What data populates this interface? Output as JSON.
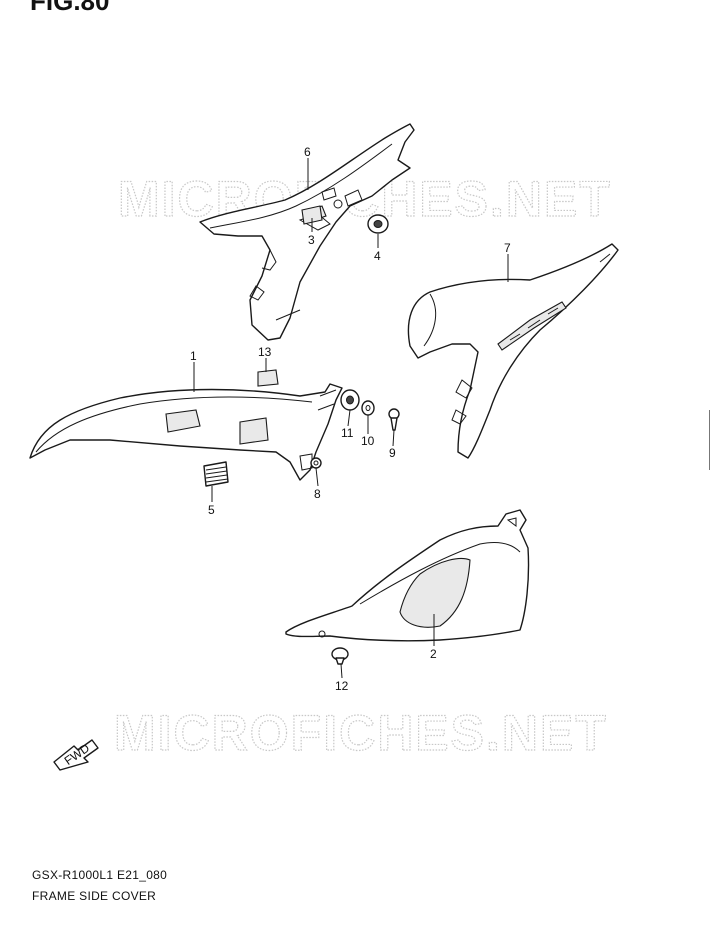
{
  "figure_title": "FIG.80",
  "watermark": "MICROFICHES.NET",
  "fwd_label": "FWD",
  "callouts": {
    "c1": "1",
    "c2": "2",
    "c3": "3",
    "c4": "4",
    "c5": "5",
    "c6": "6",
    "c7": "7",
    "c8": "8",
    "c9": "9",
    "c10": "10",
    "c11": "11",
    "c12": "12",
    "c13": "13"
  },
  "model_code": "GSX-R1000L1 E21_080",
  "section_name": "FRAME SIDE COVER",
  "colors": {
    "line": "#1a1a1a",
    "watermark": "#c8c8c8",
    "background": "#ffffff"
  }
}
